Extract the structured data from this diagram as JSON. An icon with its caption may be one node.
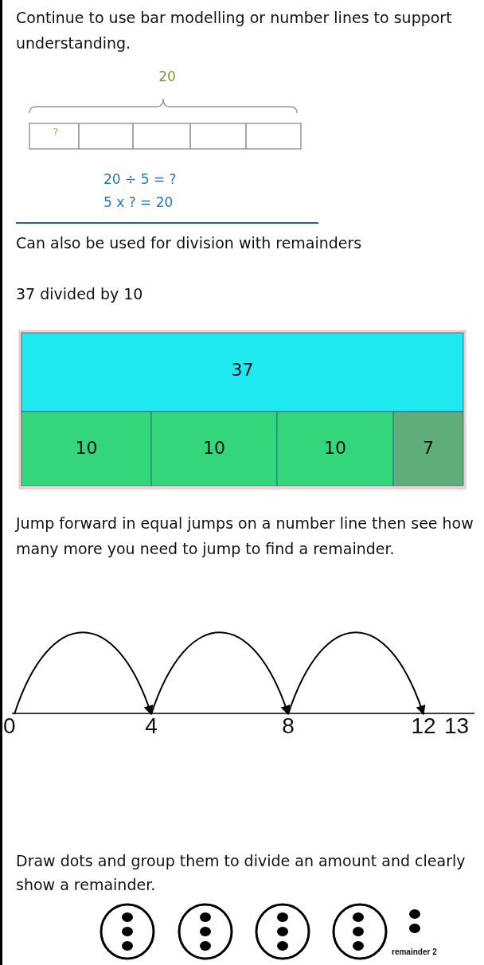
{
  "diagram": {
    "nodes": [
      {
        "text": [
          "0"
        ]
      },
      {
        "text": [
          "4"
        ]
      },
      {
        "text": [
          "8"
        ]
      },
      {
        "text": [
          "12"
        ]
      }
    ],
    "edges": [
      {
        "from": 0,
        "to": 1,
        "arrow": "to"
      },
      {
        "from": 1,
        "to": 2,
        "arrow": "to"
      },
      {
        "from": 2,
        "to": 3,
        "arrow": "to"
      }
    ],
    "labels": [
      "Continue to use bar modelling or number lines to support understanding.",
      "20",
      "?",
      "20 ÷ 5 = ?",
      "5 x ? = 20",
      "Can also be used for division with remainders",
      "37 divided by 10",
      "37",
      "10",
      "10",
      "10",
      "7",
      "Jump forward in equal jumps on a number line then see how many more you need to jump to find a remainder.",
      "13",
      "Draw dots and group them to divide an amount and clearly show a remainder.",
      "remainder 2"
    ]
  }
}
